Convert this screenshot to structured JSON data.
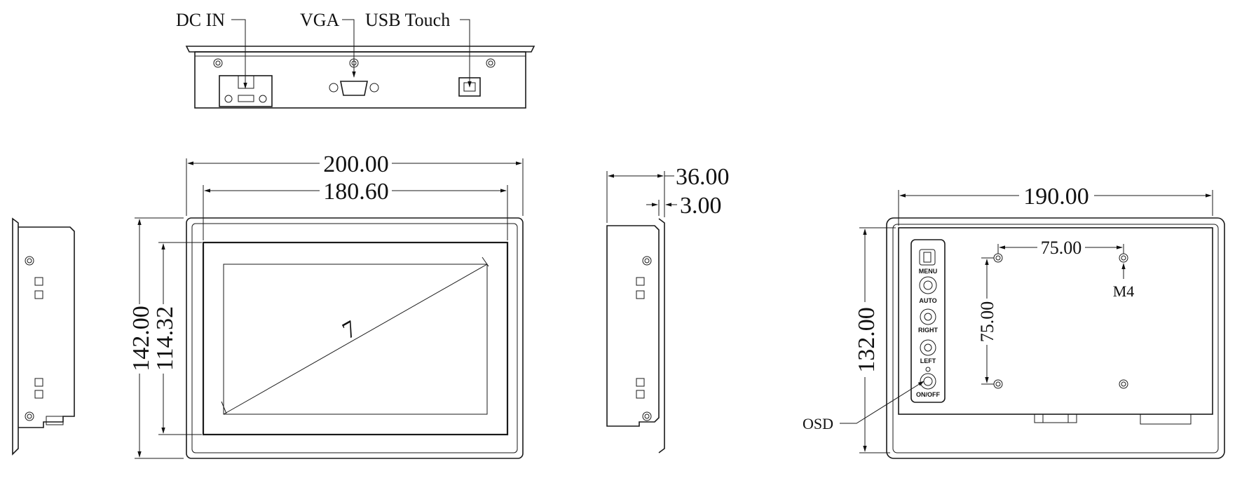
{
  "connectors": {
    "dc_in": "DC IN",
    "vga": "VGA",
    "usb_touch": "USB Touch"
  },
  "dimensions": {
    "overall_width": "200.00",
    "screen_width": "180.60",
    "overall_height": "142.00",
    "screen_height": "114.32",
    "diagonal": "7",
    "depth": "36.00",
    "bezel": "3.00",
    "back_width": "190.00",
    "back_height": "132.00",
    "vesa_horizontal": "75.00",
    "vesa_vertical": "75.00",
    "screw": "M4"
  },
  "osd": {
    "label": "OSD",
    "buttons": [
      "MENU",
      "AUTO",
      "RIGHT",
      "LEFT",
      "ON/OFF"
    ]
  }
}
